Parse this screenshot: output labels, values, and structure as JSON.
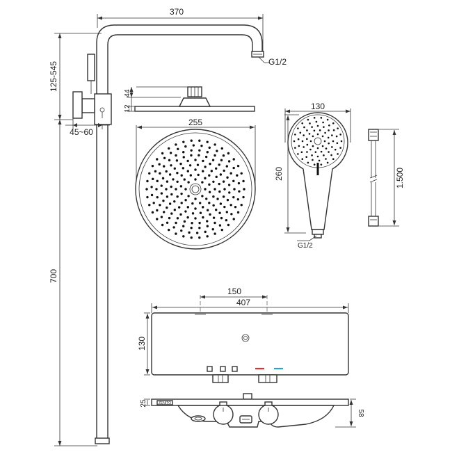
{
  "dimensions": {
    "pipe_width": "370",
    "thread_top": "G1/2",
    "slide_range": "125-545",
    "head_height_a": "12",
    "head_height_b": "44",
    "wall_offset": "45~60",
    "head_diameter": "255",
    "handset_width": "130",
    "handset_length": "260",
    "thread_handset": "G1/2",
    "hose_length": "1.500",
    "riser_height": "700",
    "valve_spacing": "150",
    "panel_width": "407",
    "panel_height": "130",
    "panel_depth": "25",
    "panel_total_depth": "58"
  },
  "brand": "ZENITO",
  "colors": {
    "line": "#333333",
    "hot_indicator": "#e03030",
    "cold_indicator": "#30a0d0"
  }
}
